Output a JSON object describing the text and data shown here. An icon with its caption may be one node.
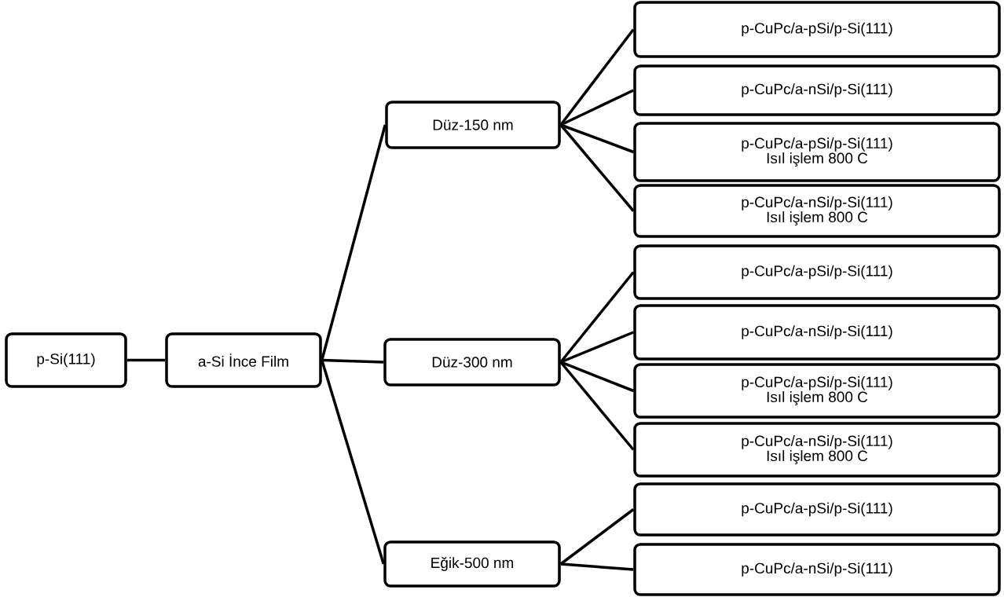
{
  "diagram": {
    "nodes": [
      {
        "text": [
          "p-Si(111)"
        ]
      },
      {
        "text": [
          "a-Si İnce Film"
        ]
      },
      {
        "text": [
          "Düz-150 nm"
        ]
      },
      {
        "text": [
          "Düz-300 nm"
        ]
      },
      {
        "text": [
          "Eğik-500 nm"
        ]
      },
      {
        "text": [
          "p-CuPc/a-pSi/p-Si(111)"
        ]
      },
      {
        "text": [
          "p-CuPc/a-nSi/p-Si(111)"
        ]
      },
      {
        "text": [
          "p-CuPc/a-pSi/p-Si(111)",
          "Isıl işlem 800 C"
        ]
      },
      {
        "text": [
          "p-CuPc/a-nSi/p-Si(111)",
          "Isıl işlem 800 C"
        ]
      },
      {
        "text": [
          "p-CuPc/a-pSi/p-Si(111)"
        ]
      },
      {
        "text": [
          "p-CuPc/a-nSi/p-Si(111)"
        ]
      },
      {
        "text": [
          "p-CuPc/a-pSi/p-Si(111)",
          "Isıl işlem 800 C"
        ]
      },
      {
        "text": [
          "p-CuPc/a-nSi/p-Si(111)",
          "Isıl işlem 800 C"
        ]
      },
      {
        "text": [
          "p-CuPc/a-pSi/p-Si(111)"
        ]
      },
      {
        "text": [
          "p-CuPc/a-nSi/p-Si(111)"
        ]
      }
    ],
    "edges": [
      {
        "from": 0,
        "to": 1,
        "arrow": "none"
      },
      {
        "from": 1,
        "to": 2,
        "arrow": "none"
      },
      {
        "from": 1,
        "to": 3,
        "arrow": "none"
      },
      {
        "from": 1,
        "to": 4,
        "arrow": "none"
      },
      {
        "from": 2,
        "to": 5,
        "arrow": "none"
      },
      {
        "from": 2,
        "to": 6,
        "arrow": "none"
      },
      {
        "from": 2,
        "to": 7,
        "arrow": "none"
      },
      {
        "from": 2,
        "to": 8,
        "arrow": "none"
      },
      {
        "from": 3,
        "to": 9,
        "arrow": "none"
      },
      {
        "from": 3,
        "to": 10,
        "arrow": "none"
      },
      {
        "from": 3,
        "to": 11,
        "arrow": "none"
      },
      {
        "from": 3,
        "to": 12,
        "arrow": "none"
      },
      {
        "from": 4,
        "to": 13,
        "arrow": "none"
      },
      {
        "from": 4,
        "to": 14,
        "arrow": "none"
      }
    ]
  }
}
